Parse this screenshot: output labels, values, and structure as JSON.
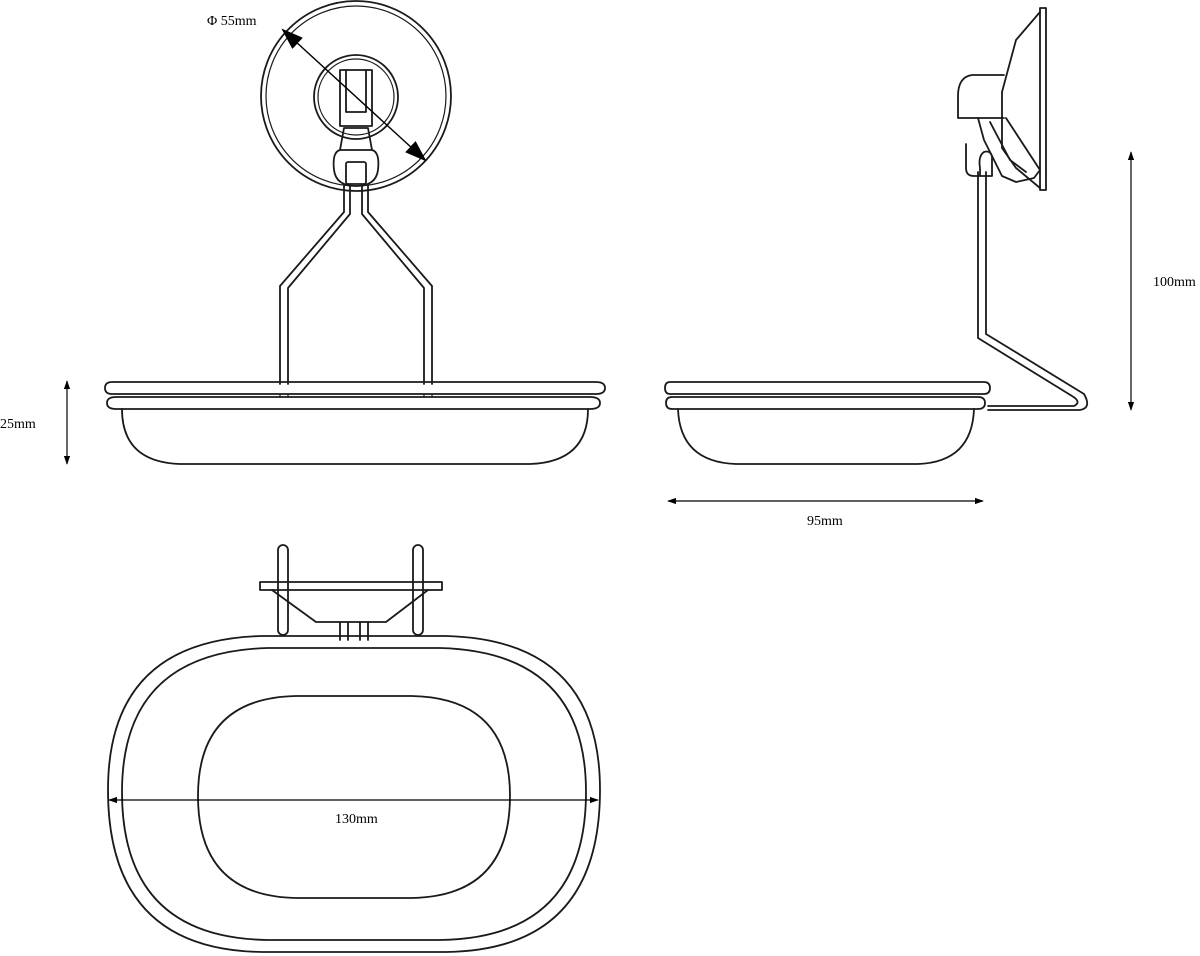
{
  "dimensions": {
    "diameter": "Φ 55mm",
    "height_dish": "25mm",
    "height_total": "100mm",
    "depth": "95mm",
    "width": "130mm"
  },
  "colors": {
    "line": "#1a1a1a",
    "background": "#ffffff"
  }
}
